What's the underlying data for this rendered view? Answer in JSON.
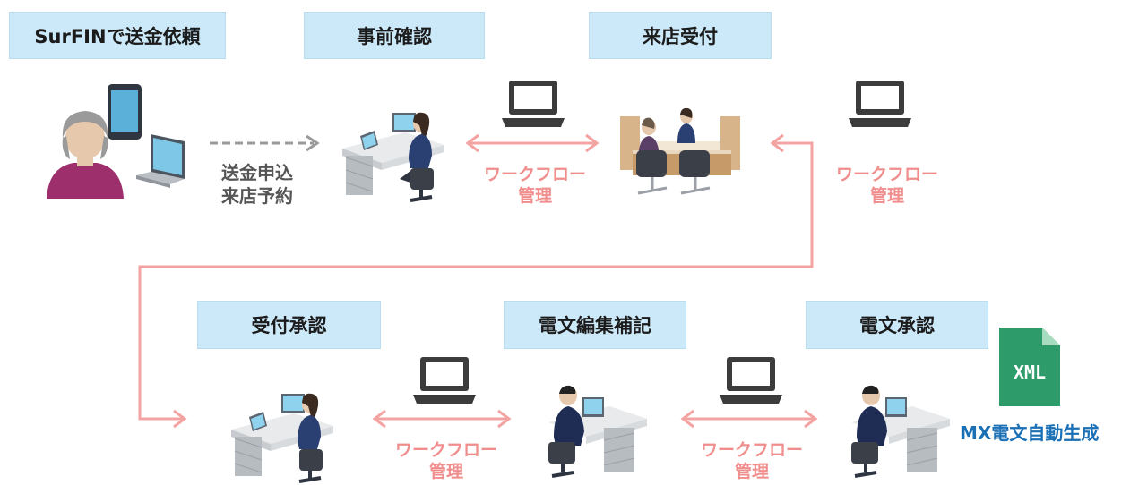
{
  "steps": {
    "request": "SurFINで送金依頼",
    "precheck": "事前確認",
    "reception": "来店受付",
    "approval": "受付承認",
    "edit": "電文編集補記",
    "msg_approval": "電文承認"
  },
  "customer_action": {
    "line1": "送金申込",
    "line2": "来店予約"
  },
  "workflow": {
    "line1": "ワークフロー",
    "line2": "管理"
  },
  "xml_icon": {
    "label": "XML",
    "icon": "xml-file-icon"
  },
  "mx_output": "MX電文自動生成",
  "colors": {
    "step_box": "#cce9f9",
    "workflow_arrow": "#f4a3a3",
    "workflow_text": "#f08e8e",
    "dashed_arrow": "#9a9a9a",
    "mx_text": "#1a6fb5",
    "xml_green": "#1f8a5a"
  }
}
